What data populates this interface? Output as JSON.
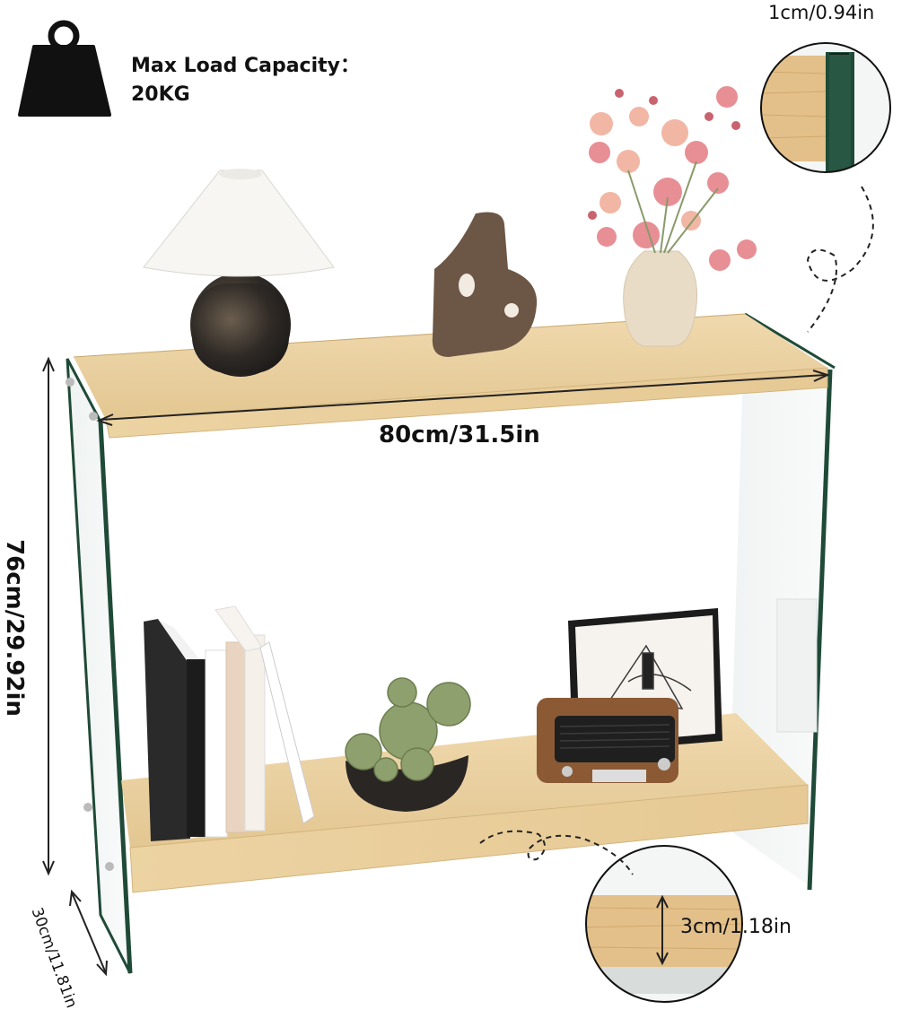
{
  "load": {
    "title": "Max Load Capacity：",
    "value": "20KG",
    "icon": "weight-icon"
  },
  "dimensions": {
    "width": "80cm/31.5in",
    "height": "76cm/29.92in",
    "depth": "30cm/11.81in",
    "glass_thickness": "1cm/0.94in",
    "shelf_thickness": "3cm/1.18in"
  },
  "colors": {
    "wood": "#e9cf9f",
    "glass_edge": "#1f4a38",
    "text": "#111111"
  }
}
